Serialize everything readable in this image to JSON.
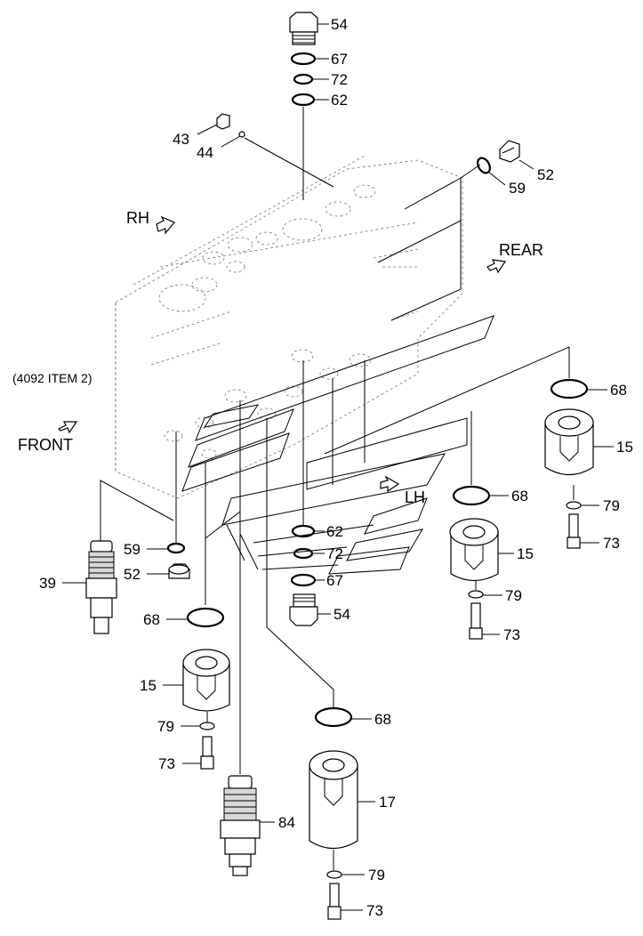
{
  "diagram": {
    "note": "(4092 ITEM 2)",
    "directions": {
      "rh": "RH",
      "rear": "REAR",
      "front": "FRONT",
      "lh": "LH"
    },
    "callouts": {
      "c54_top": "54",
      "c67_top": "67",
      "c72_top": "72",
      "c62_top": "62",
      "c43": "43",
      "c44": "44",
      "c52_top": "52",
      "c59_top": "59",
      "c68_right": "68",
      "c15_right": "15",
      "c79_right": "79",
      "c73_right": "73",
      "c68_mid": "68",
      "c15_mid": "15",
      "c79_mid": "79",
      "c73_mid": "73",
      "c62_mid": "62",
      "c72_mid": "72",
      "c67_mid": "67",
      "c54_mid": "54",
      "c59_left": "59",
      "c52_left": "52",
      "c39": "39",
      "c68_left": "68",
      "c15_left": "15",
      "c79_left": "79",
      "c73_left": "73",
      "c84": "84",
      "c68_bottom": "68",
      "c17": "17",
      "c79_bottom": "79",
      "c73_bottom": "73"
    }
  }
}
